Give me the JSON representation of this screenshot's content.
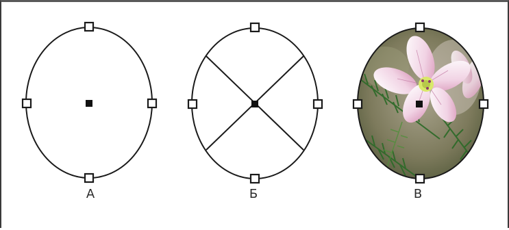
{
  "figure": {
    "items": [
      {
        "label": "А",
        "frame_type": "empty-ellipse-frame"
      },
      {
        "label": "Б",
        "frame_type": "graphics-frame-placeholder"
      },
      {
        "label": "В",
        "frame_type": "ellipse-frame-with-image"
      }
    ]
  },
  "colors": {
    "stroke": "#1a1a1a",
    "handle_fill": "#ffffff",
    "center_point": "#111111",
    "top_border": "#5a5a5a",
    "side_border": "#3a3a3a"
  }
}
